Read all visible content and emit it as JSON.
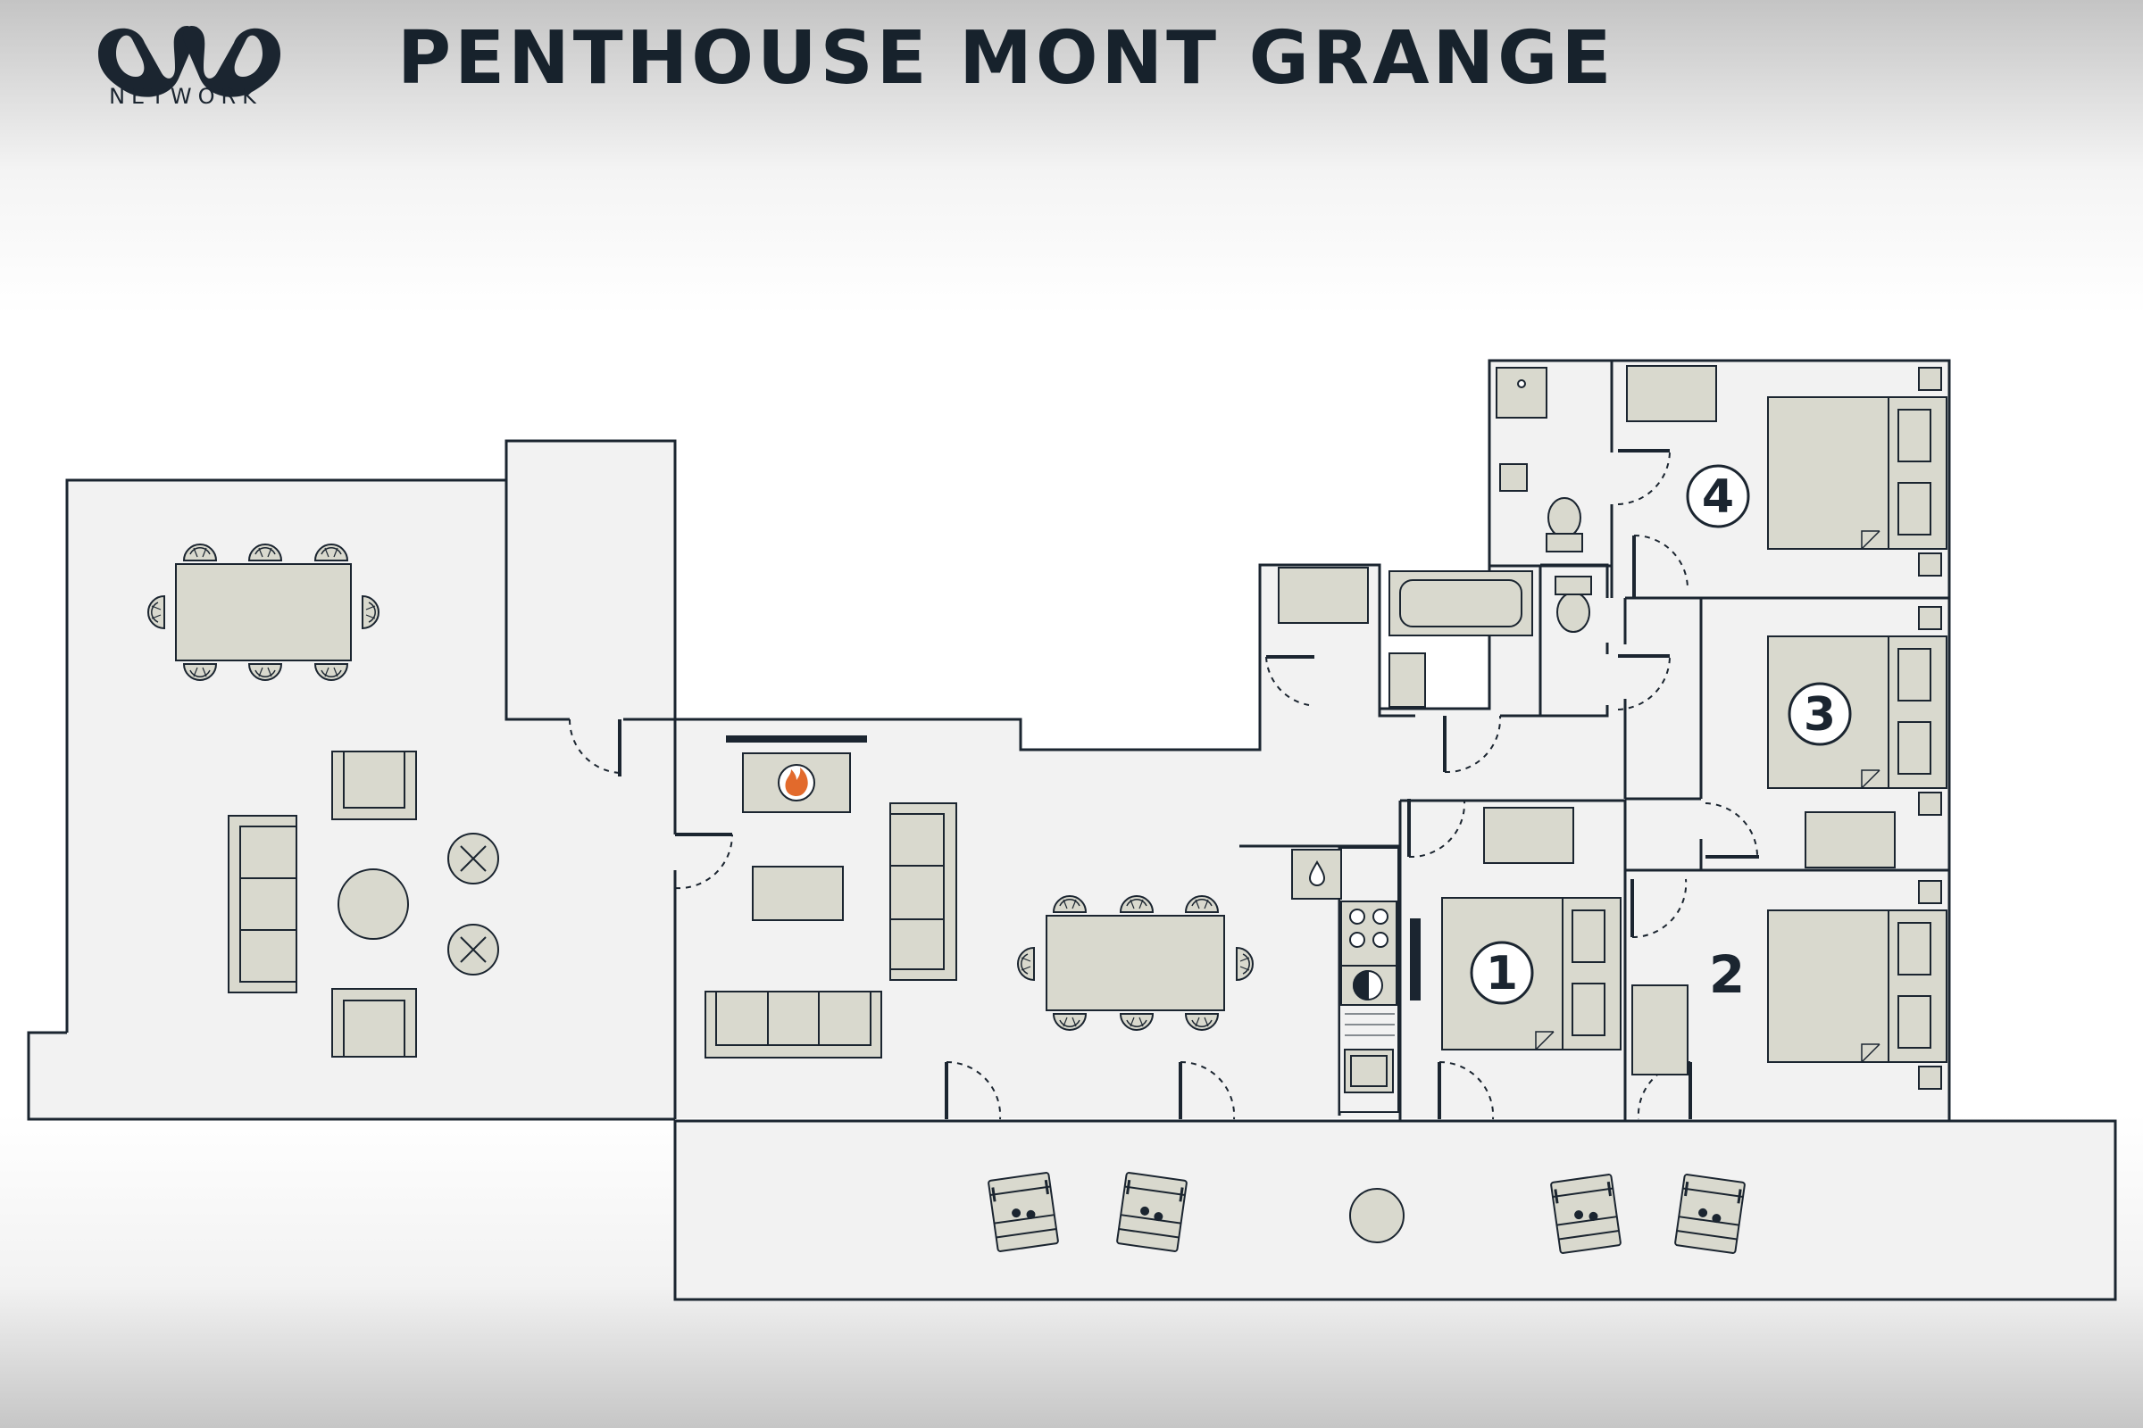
{
  "brand": {
    "name": "NETWORK",
    "logo_mark": "ONO",
    "colors": {
      "ink": "#1b2530",
      "furniture": "#d9d9ce",
      "floor": "#f2f2f2",
      "flame": "#e26a2c"
    }
  },
  "title": "PENTHOUSE MONT GRANGE",
  "floorplan": {
    "bedrooms": [
      {
        "number": "1"
      },
      {
        "number": "2"
      },
      {
        "number": "3"
      },
      {
        "number": "4"
      }
    ],
    "icons": [
      "fireplace-icon",
      "sink-drop-icon",
      "washing-machine-icon",
      "stove-icon"
    ]
  }
}
